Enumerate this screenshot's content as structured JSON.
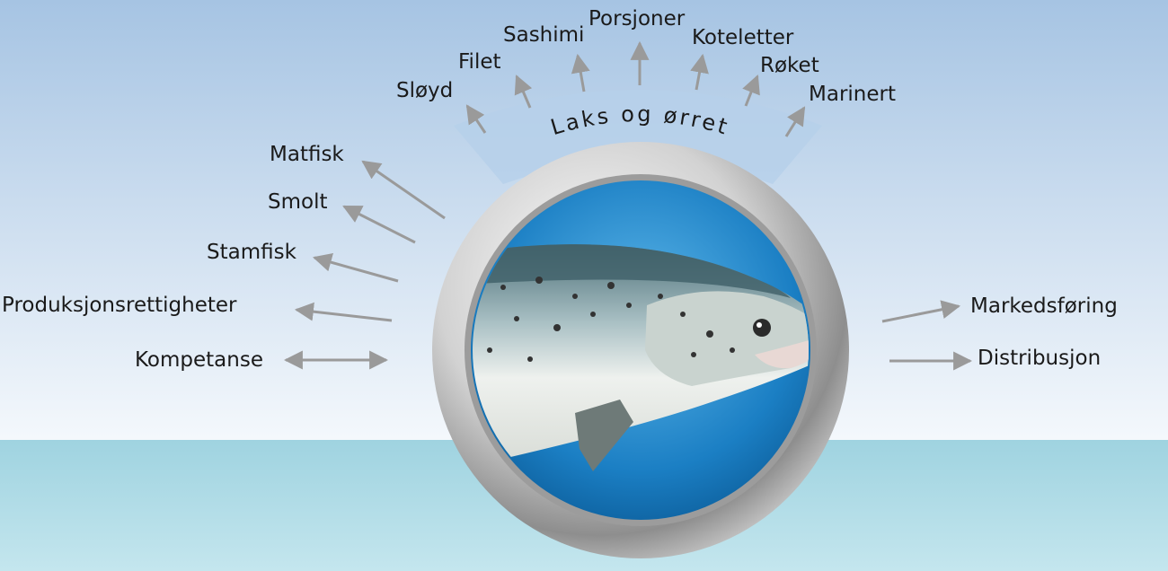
{
  "diagram": {
    "center_title": "Laks og ørret",
    "top_labels": {
      "sloyd": "Sløyd",
      "filet": "Filet",
      "sashimi": "Sashimi",
      "porsjoner": "Porsjoner",
      "koteletter": "Koteletter",
      "roket": "Røket",
      "marinert": "Marinert"
    },
    "left_labels": {
      "matfisk": "Matfisk",
      "smolt": "Smolt",
      "stamfisk": "Stamfisk",
      "produksjonsrettigheter": "Produksjonsrettigheter",
      "kompetanse": "Kompetanse"
    },
    "right_labels": {
      "markedsforing": "Markedsføring",
      "distribusjon": "Distribusjon"
    }
  },
  "colors": {
    "sky_top": "#a9c6e4",
    "sky_bottom": "#eef4fa",
    "water": "#a9dbe6",
    "ring": "#c8c8c8",
    "lens": "#2a8fcf",
    "arrow": "#9a9a9a"
  }
}
